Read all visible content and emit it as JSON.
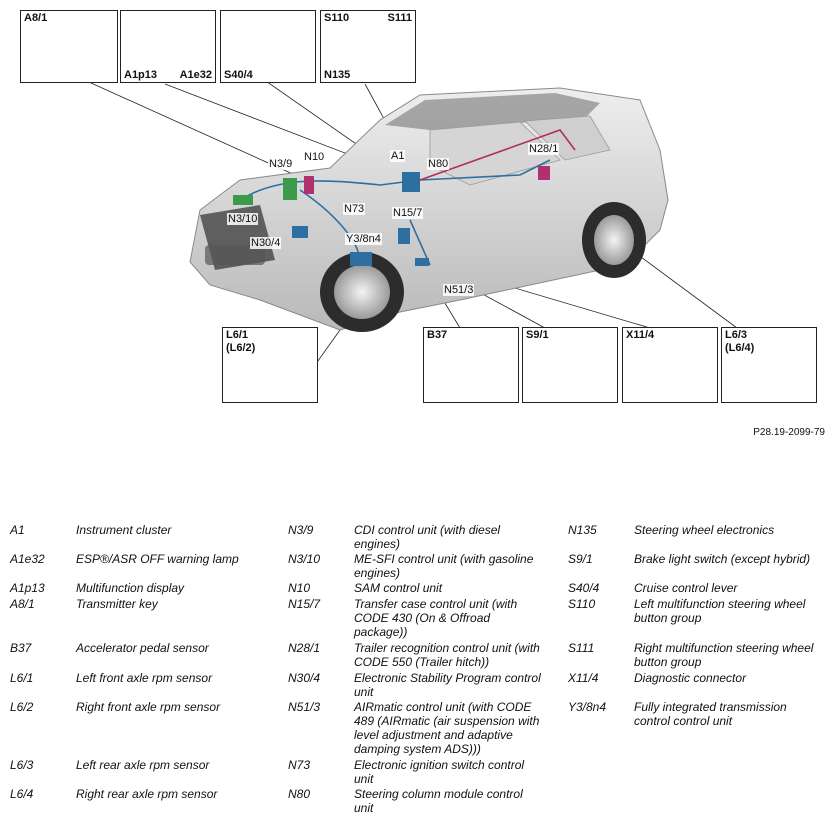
{
  "figure_ref": "P28.19-2099-79",
  "inset_boxes": {
    "a8_1": "A8/1",
    "a1p13": "A1p13",
    "a1e32": "A1e32",
    "s40_4": "S40/4",
    "s110": "S110",
    "s111": "S111",
    "n135": "N135",
    "l6_1": "L6/1",
    "l6_2": "(L6/2)",
    "b37": "B37",
    "s9_1": "S9/1",
    "x11_4": "X11/4",
    "l6_3": "L6/3",
    "l6_4": "(L6/4)"
  },
  "callouts": {
    "n3_9": "N3/9",
    "n10": "N10",
    "a1": "A1",
    "n80": "N80",
    "n28_1": "N28/1",
    "n3_10": "N3/10",
    "n73": "N73",
    "n15_7": "N15/7",
    "n30_4": "N30/4",
    "y3_8n4": "Y3/8n4",
    "n51_3": "N51/3"
  },
  "legend": {
    "col1": [
      {
        "code": "A1",
        "desc": "Instrument cluster"
      },
      {
        "code": "A1e32",
        "desc": "ESP®/ASR OFF warning lamp"
      },
      {
        "code": "A1p13",
        "desc": "Multifunction display"
      },
      {
        "code": "A8/1",
        "desc": "Transmitter key"
      },
      {
        "code": "B37",
        "desc": "Accelerator pedal sensor"
      },
      {
        "code": "L6/1",
        "desc": "Left front axle rpm sensor"
      },
      {
        "code": "L6/2",
        "desc": "Right front axle rpm sensor"
      },
      {
        "code": "L6/3",
        "desc": "Left rear axle rpm sensor"
      },
      {
        "code": "L6/4",
        "desc": "Right rear axle rpm sensor"
      }
    ],
    "col2": [
      {
        "code": "N3/9",
        "desc": "CDI control unit (with diesel engines)"
      },
      {
        "code": "N3/10",
        "desc": "ME-SFI control unit (with gasoline engines)"
      },
      {
        "code": "N10",
        "desc": "SAM control unit"
      },
      {
        "code": "N15/7",
        "desc": "Transfer case control unit (with CODE 430 (On & Offroad package))"
      },
      {
        "code": "N28/1",
        "desc": "Trailer recognition control unit (with CODE 550 (Trailer hitch))"
      },
      {
        "code": "N30/4",
        "desc": "Electronic Stability Program control unit"
      },
      {
        "code": "N51/3",
        "desc": "AIRmatic control unit (with CODE 489 (AIRmatic (air suspension with level adjustment and adaptive damping system ADS)))"
      },
      {
        "code": "N73",
        "desc": "Electronic ignition switch control unit"
      },
      {
        "code": "N80",
        "desc": "Steering column module control unit"
      }
    ],
    "col3": [
      {
        "code": "N135",
        "desc": "Steering wheel electronics"
      },
      {
        "code": "S9/1",
        "desc": "Brake light switch (except hybrid)"
      },
      {
        "code": "S40/4",
        "desc": "Cruise control lever"
      },
      {
        "code": "S110",
        "desc": "Left multifunction steering wheel button group"
      },
      {
        "code": "S111",
        "desc": "Right multifunction steering wheel button group"
      },
      {
        "code": "X11/4",
        "desc": "Diagnostic connector"
      },
      {
        "code": "Y3/8n4",
        "desc": "Fully integrated transmission control control unit"
      }
    ]
  }
}
